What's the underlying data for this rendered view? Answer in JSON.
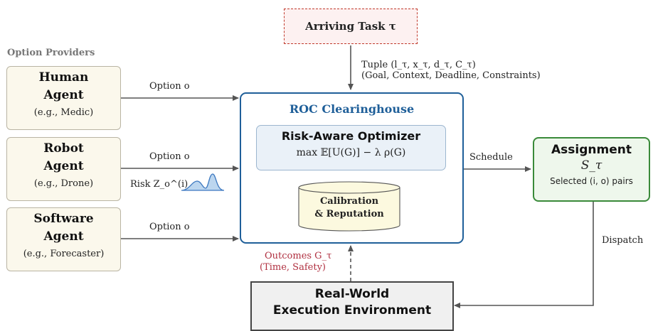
{
  "task": {
    "label": "Arriving Task τ"
  },
  "tuple": {
    "line1": "Tuple (l_τ, x_τ, d_τ, C_τ)",
    "line2": "(Goal, Context, Deadline, Constraints)"
  },
  "providers": {
    "heading": "Option Providers",
    "items": [
      {
        "title1": "Human",
        "title2": "Agent",
        "sub": "(e.g., Medic)"
      },
      {
        "title1": "Robot",
        "title2": "Agent",
        "sub": "(e.g., Drone)"
      },
      {
        "title1": "Software",
        "title2": "Agent",
        "sub": "(e.g., Forecaster)"
      }
    ],
    "option_label": "Option o",
    "risk_label": "Risk Z_o^(i)"
  },
  "clearinghouse": {
    "title": "ROC Clearinghouse",
    "optimizer_title": "Risk-Aware Optimizer",
    "optimizer_formula": "max 𝔼[U(G)] − λ ρ(G)",
    "calibration_line1": "Calibration",
    "calibration_line2": "& Reputation"
  },
  "schedule_label": "Schedule",
  "assignment": {
    "title": "Assignment",
    "symbol": "S_τ",
    "sub": "Selected (i, o) pairs"
  },
  "dispatch_label": "Dispatch",
  "outcomes": {
    "line1": "Outcomes G_τ",
    "line2": "(Time, Safety)"
  },
  "environment": {
    "line1": "Real-World",
    "line2": "Execution Environment"
  },
  "colors": {
    "clearinghouse_border": "#1f5f99",
    "assignment_border": "#3a8a3a",
    "task_border": "#c0392b",
    "outcome_text": "#b03040"
  }
}
